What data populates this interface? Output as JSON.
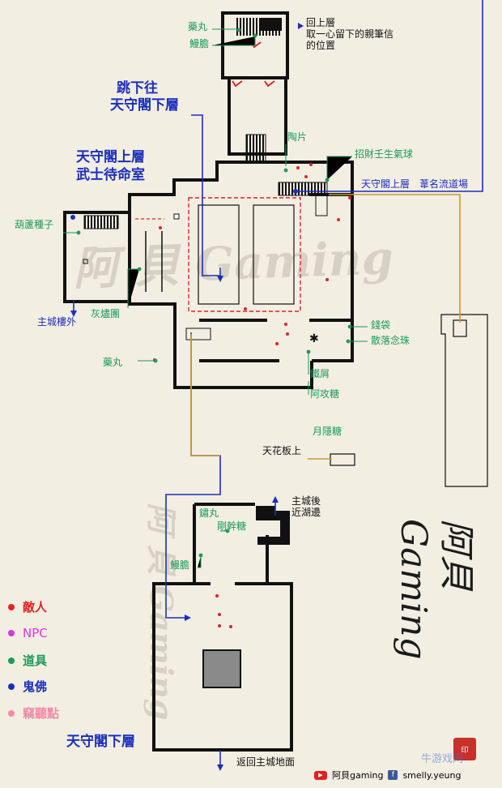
{
  "labels": {
    "top_yaowan": "藥丸",
    "top_manli": "鰻膽",
    "back_up": "回上層",
    "letter_loc_1": "取一心留下的親筆信",
    "letter_loc_2": "的位置",
    "jump_down_1": "跳下往",
    "jump_down_2": "天守閣下層",
    "shard": "陶片",
    "lucky_ball": "招財壬生氣球",
    "upper_title_1": "天守閣上層",
    "upper_title_2": "武士待命室",
    "dojo": "天守閣上層　葦名流道場",
    "gourd_seed": "葫蘆種子",
    "outer_castle": "主城樓外",
    "ash_ball": "灰燼團",
    "coin_pouch": "錢袋",
    "prayer_bead": "散落念珠",
    "med_left": "藥丸",
    "scrap": "鐵屑",
    "ako_sugar": "阿攻糖",
    "gekka_sugar": "月隱糖",
    "ceiling": "天花板上",
    "behind_castle_1": "主城後",
    "behind_castle_2": "近湖邊",
    "spark": "鏽丸",
    "gokan": "剛幹糖",
    "manli_low": "鰻膽",
    "lower_title": "天守閣下層",
    "return_ground": "返回主城地面"
  },
  "legend": [
    {
      "label": "敵人",
      "color": "#e02424"
    },
    {
      "label": "NPC",
      "color": "#d63ad6"
    },
    {
      "label": "道具",
      "color": "#1a9a5a"
    },
    {
      "label": "鬼佛",
      "color": "#1a2fbd"
    },
    {
      "label": "竊聽點",
      "color": "#f08ca8"
    }
  ],
  "watermark": "阿 貝 Gaming",
  "signature": "阿貝Gaming",
  "footer": {
    "channel": "阿貝gaming",
    "facebook": "smelly.yeung",
    "site": "牛游戏网"
  }
}
